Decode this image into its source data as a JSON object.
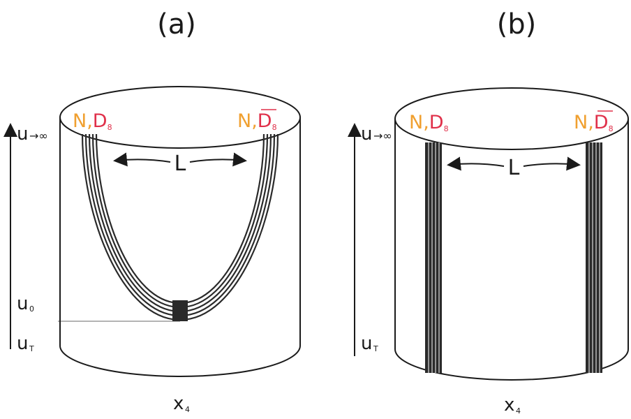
{
  "panels": [
    {
      "label": "(a)",
      "u_top_label": "u",
      "u_top_suffix": "→∞",
      "u0_label": "u",
      "u0_sub": "0",
      "uT_label": "u",
      "uT_sub": "T",
      "length_label": "L",
      "x_label": "x",
      "x_sub": "4",
      "left_brane": {
        "N": "N",
        "sep": ",",
        "D": "D",
        "sub": "8"
      },
      "right_brane": {
        "N": "N",
        "sep": ",",
        "D": "D",
        "sub": "8"
      }
    },
    {
      "label": "(b)",
      "u_top_label": "u",
      "u_top_suffix": "→∞",
      "uT_label": "u",
      "uT_sub": "T",
      "length_label": "L",
      "x_label": "x",
      "x_sub": "4",
      "left_brane": {
        "N": "N",
        "sep": ",",
        "D": "D",
        "sub": "8"
      },
      "right_brane": {
        "N": "N",
        "sep": ",",
        "D": "D",
        "sub": "8"
      }
    }
  ],
  "colors": {
    "N_color": "#f0a030",
    "D_color": "#e0304a",
    "line_color": "#1a1a1a",
    "brane_fill": "#2a2a2a",
    "guide_line": "#9a9a9a"
  }
}
